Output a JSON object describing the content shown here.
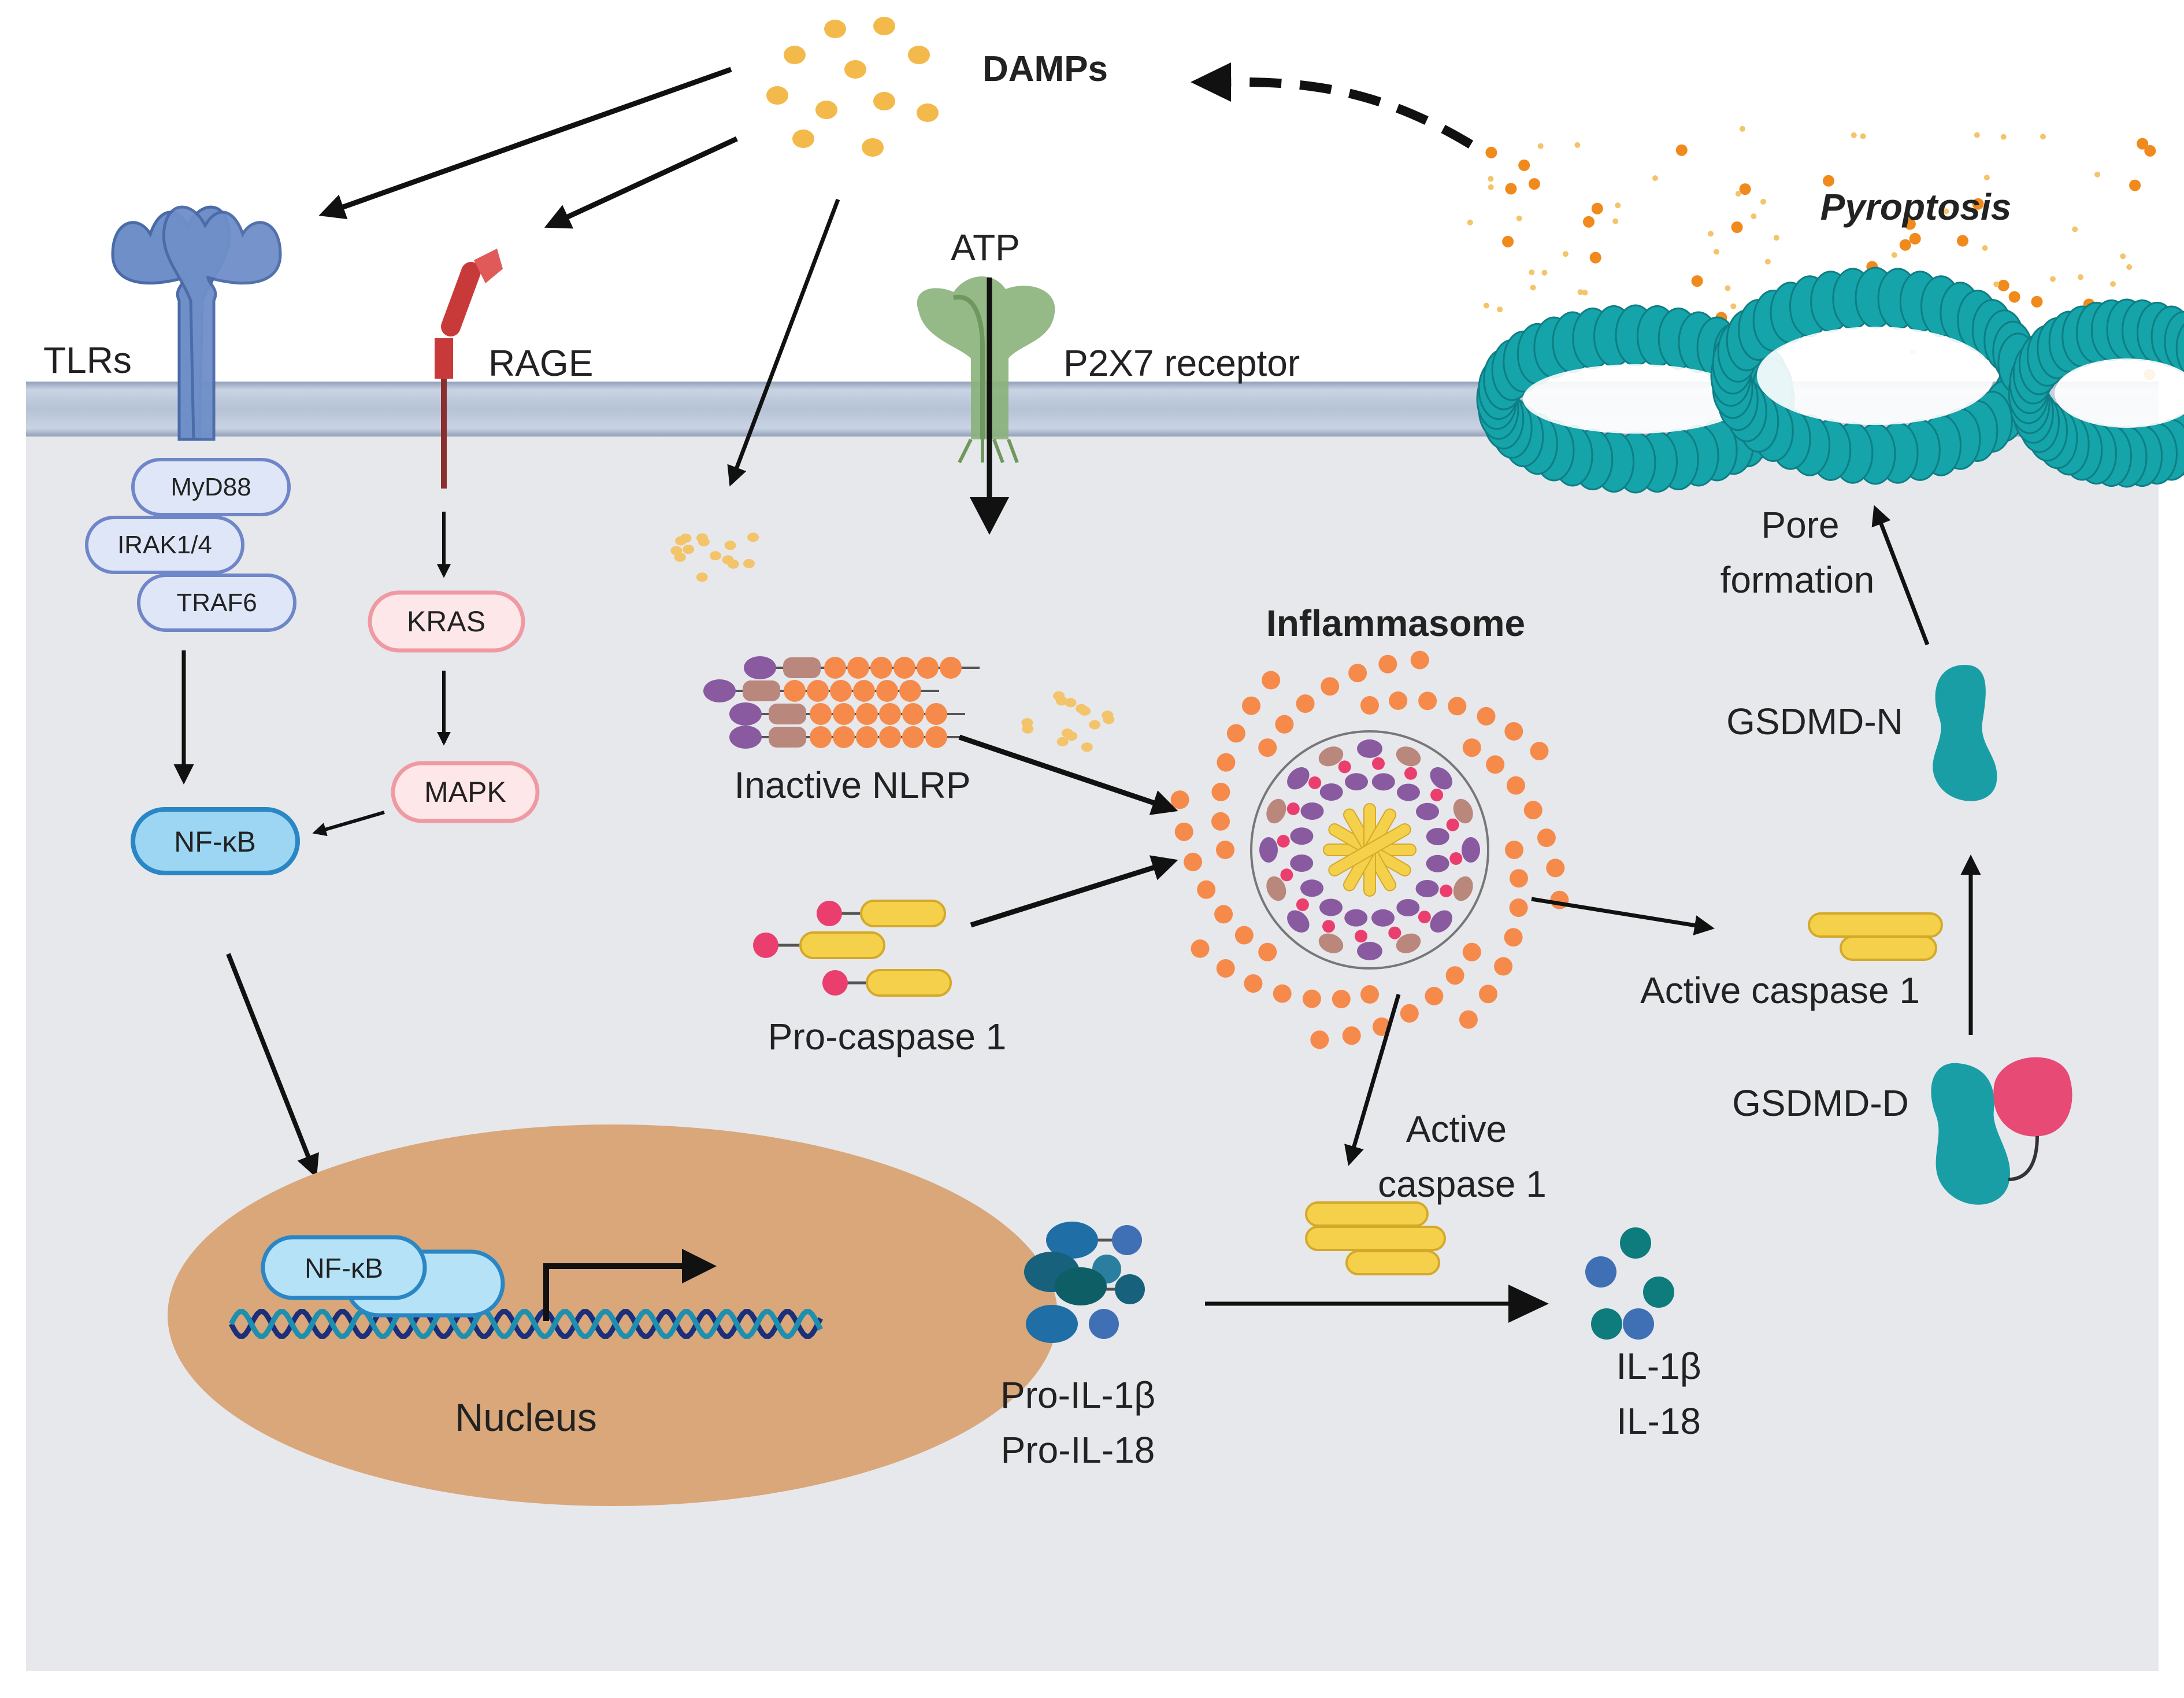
{
  "labels": {
    "damps": "DAMPs",
    "pyroptosis": "Pyroptosis",
    "tlrs": "TLRs",
    "rage": "RAGE",
    "atp": "ATP",
    "p2x7": "P2X7 receptor",
    "myd88": "MyD88",
    "irak": "IRAK1/4",
    "traf6": "TRAF6",
    "kras": "KRAS",
    "mapk": "MAPK",
    "nfkb": "NF-κB",
    "nfkb_nucleus": "NF-κB",
    "nucleus": "Nucleus",
    "inactive_nlrp": "Inactive NLRP",
    "pro_caspase": "Pro-caspase 1",
    "inflammasome": "Inflammasome",
    "active_caspase_right": "Active caspase 1",
    "active_caspase_bottom_1": "Active",
    "active_caspase_bottom_2": "caspase 1",
    "pore_formation_1": "Pore",
    "pore_formation_2": "formation",
    "gsdmd_n": "GSDMD-N",
    "gsdmd_d": "GSDMD-D",
    "pro_il1b": "Pro-IL-1β",
    "pro_il18": "Pro-IL-18",
    "il1b": "IL-1β",
    "il18": "IL-18"
  },
  "colors": {
    "cytoplasm": "#e7e8ec",
    "membrane": "#a9b8cc",
    "tlr": "#6f8fc9",
    "adaptor_fill": "#dfe6f7",
    "adaptor_stroke": "#6f86c8",
    "rage": "#c83a3a",
    "kras_fill": "#fde7e9",
    "kras_stroke": "#ef9aa3",
    "nfkb_fill": "#9dd6f2",
    "nfkb_stroke": "#2a86c4",
    "nucleus": "#d9a77a",
    "damp_dot": "#f3b94a",
    "pore": "#14a4a9",
    "orange": "#f58a4b",
    "purple": "#8a5aa0",
    "brown": "#b9877c",
    "pink": "#ea3f6e",
    "yellow": "#f5d04a",
    "gsdmd": "#1a9ea6",
    "gsdmd_d_pink": "#e74a75",
    "il_dark": "#17617c",
    "il_blue": "#3f6fb5",
    "il_teal": "#0e7b7d",
    "p2x7": "#8ab17a"
  },
  "icons": [
    "tlr-receptor-icon",
    "rage-receptor-icon",
    "p2x7-receptor-icon",
    "gsdmd-pore-icon",
    "dna-helix-icon",
    "inflammasome-icon"
  ]
}
